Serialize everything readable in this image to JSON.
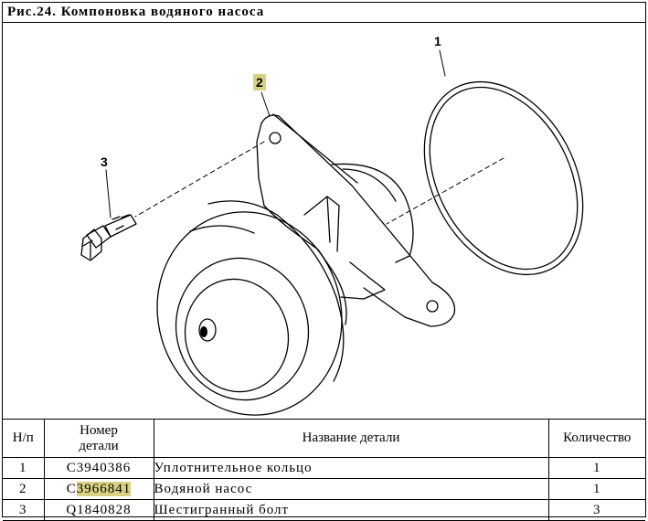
{
  "figure": {
    "title": "Рис.24.  Компоновка водяного насоса",
    "callouts": [
      "1",
      "2",
      "3"
    ],
    "highlight_color": "#d8d183"
  },
  "table": {
    "headers": {
      "num": "Н/п",
      "part": "Номер детали",
      "name": "Название детали",
      "qty": "Количество"
    },
    "rows": [
      {
        "num": "1",
        "part_prefix": "C3940386",
        "part_highlight": "",
        "name": "Уплотнительное кольцо",
        "qty": "1"
      },
      {
        "num": "2",
        "part_prefix": "C",
        "part_highlight": "3966841",
        "name": "Водяной насос",
        "qty": "1"
      },
      {
        "num": "3",
        "part_prefix": "Q1840828",
        "part_highlight": "",
        "name": "Шестигранный болт",
        "qty": "3"
      }
    ]
  }
}
